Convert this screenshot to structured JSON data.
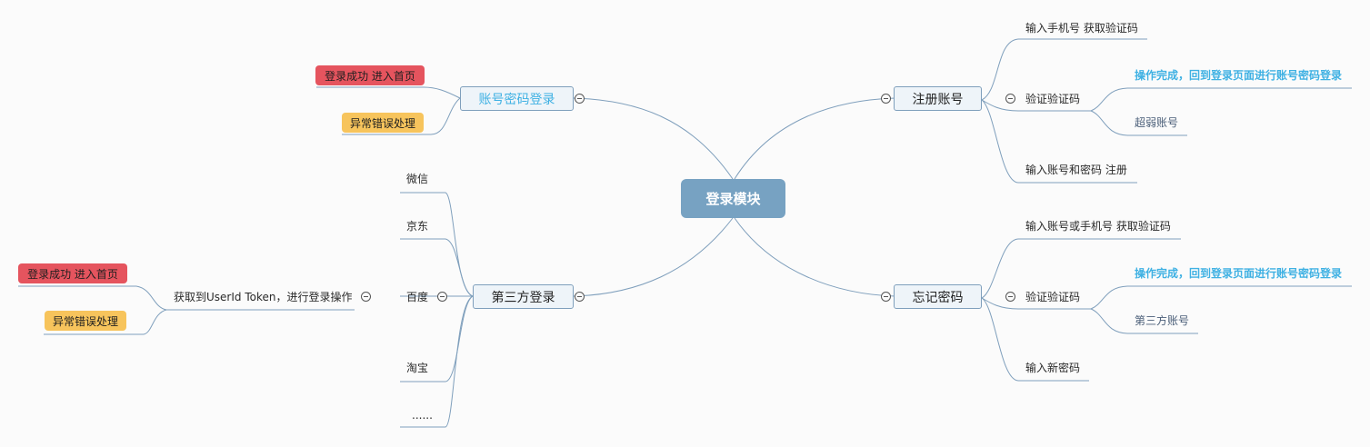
{
  "mindmap": {
    "central": "登录模块",
    "account_login": {
      "label": "账号密码登录",
      "success": "登录成功 进入首页",
      "error": "异常错误处理"
    },
    "third_party": {
      "label": "第三方登录",
      "items": [
        "微信",
        "京东",
        "百度",
        "淘宝",
        "......"
      ],
      "baidu_step": "获取到UserId Token，进行登录操作",
      "success": "登录成功 进入首页",
      "error": "异常错误处理"
    },
    "register": {
      "label": "注册账号",
      "step1": "输入手机号 获取验证码",
      "step2": "验证验证码",
      "step2_ok": "操作完成，回到登录页面进行账号密码登录",
      "step2_weak": "超弱账号",
      "step3": "输入账号和密码 注册"
    },
    "forgot": {
      "label": "忘记密码",
      "step1": "输入账号或手机号 获取验证码",
      "step2": "验证验证码",
      "step2_ok": "操作完成，回到登录页面进行账号密码登录",
      "step2_third": "第三方账号",
      "step3": "输入新密码"
    }
  },
  "colors": {
    "central_fill": "#77a2c2",
    "connector": "#7f9fbc",
    "accent_text": "#3fb1e3",
    "success_tag": "#e5545e",
    "error_tag": "#f7c45c"
  }
}
